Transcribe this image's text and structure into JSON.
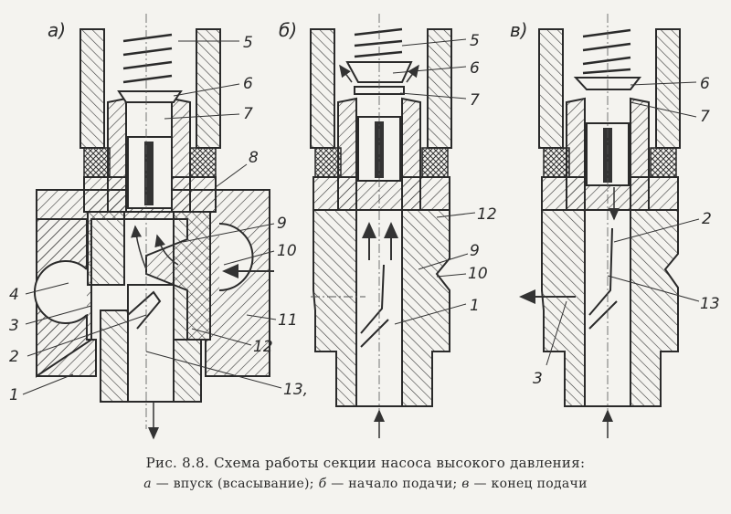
{
  "figure": {
    "caption_line1": "Рис. 8.8. Схема работы секции насоса высокого давления:",
    "caption_line2": {
      "a_letter": "а",
      "a_text": " — впуск (всасывание); ",
      "b_letter": "б",
      "b_text": " — начало подачи; ",
      "v_letter": "в",
      "v_text": " — конец подачи"
    }
  },
  "panels": [
    {
      "id": "a",
      "label": "а)",
      "stage": "впуск (всасывание)",
      "callouts": [
        "5",
        "6",
        "7",
        "8",
        "9",
        "10",
        "4",
        "3",
        "2",
        "1",
        "11",
        "12",
        "13,"
      ]
    },
    {
      "id": "b",
      "label": "б)",
      "stage": "начало подачи",
      "callouts": [
        "5",
        "6",
        "7",
        "12",
        "9",
        "10",
        "1"
      ]
    },
    {
      "id": "v",
      "label": "в)",
      "stage": "конец подачи",
      "callouts": [
        "6",
        "7",
        "2",
        "13",
        "3"
      ]
    }
  ],
  "colors": {
    "ink": "#2a2a2a",
    "paper": "#f4f3ef"
  }
}
